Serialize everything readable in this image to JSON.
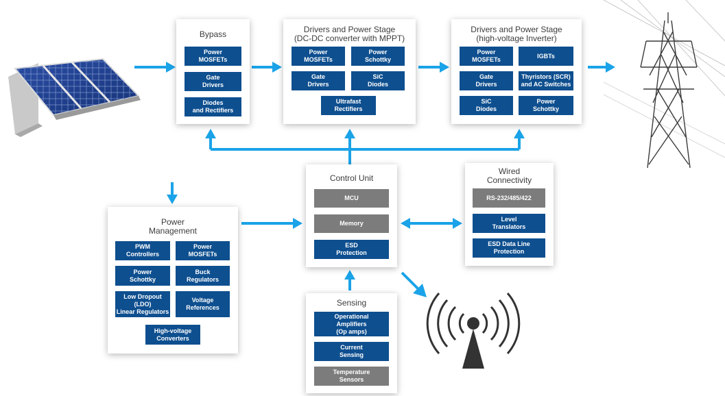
{
  "colors": {
    "arrow": "#1aa3e8",
    "chip_blue": "#0e4f8f",
    "chip_gray": "#7c7c7c",
    "title": "#3c3c3c"
  },
  "bypass": {
    "title": "Bypass",
    "items": [
      "Power\nMOSFETs",
      "Gate\nDrivers",
      "Diodes\nand Rectifiers"
    ]
  },
  "dcdc": {
    "title": "Drivers and Power Stage\n(DC-DC converter with MPPT)",
    "items": [
      "Power\nMOSFETs",
      "Power\nSchottky",
      "Gate\nDrivers",
      "SiC\nDiodes",
      "Ultrafast\nRectifiers"
    ]
  },
  "inverter": {
    "title": "Drivers and Power Stage\n(high-voltage Inverter)",
    "items": [
      "Power\nMOSFETs",
      "IGBTs",
      "Gate\nDrivers",
      "Thyristors (SCR)\nand AC Switches",
      "SiC\nDiodes",
      "Power\nSchottky"
    ]
  },
  "control": {
    "title": "Control Unit",
    "items": [
      "MCU",
      "Memory",
      "ESD\nProtection"
    ]
  },
  "wired": {
    "title": "Wired\nConnectivity",
    "items": [
      "RS-232/485/422",
      "Level\nTranslators",
      "ESD Data Line\nProtection"
    ]
  },
  "power_mgmt": {
    "title": "Power\nManagement",
    "items": [
      "PWM\nControllers",
      "Power\nMOSFETs",
      "Power\nSchottky",
      "Buck\nRegulators",
      "Low Dropout\n(LDO)\nLinear Regulators",
      "Voltage\nReferences",
      "High-voltage\nConverters"
    ]
  },
  "sensing": {
    "title": "Sensing",
    "items": [
      "Operational\nAmplifiers\n(Op amps)",
      "Current\nSensing",
      "Temperature\nSensors"
    ]
  }
}
